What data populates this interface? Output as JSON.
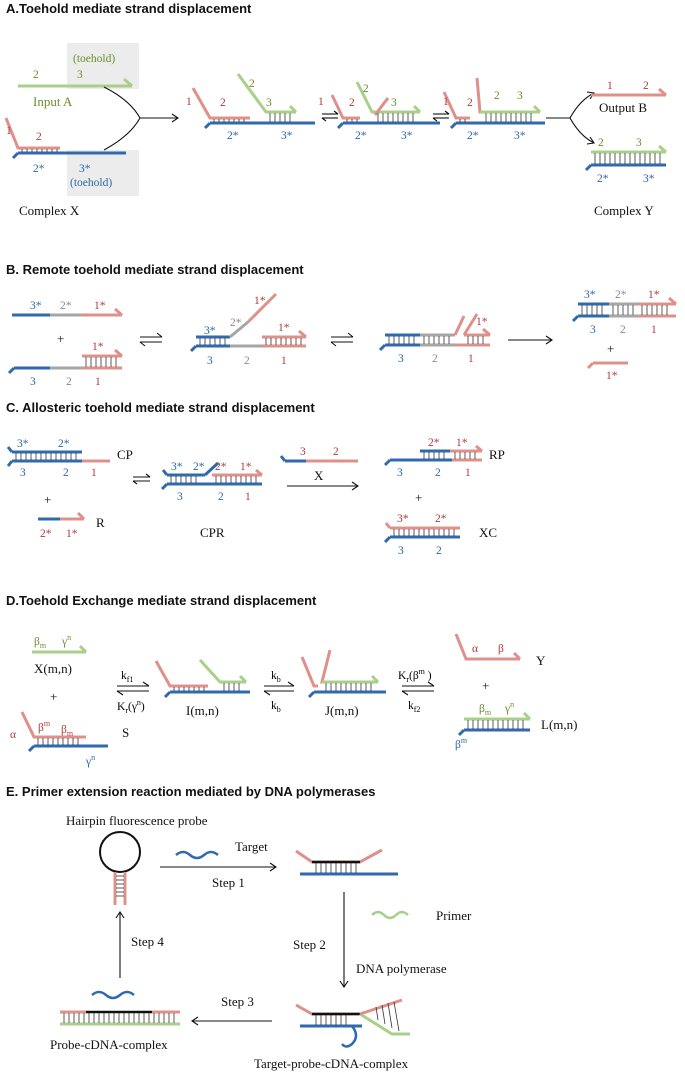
{
  "sections": {
    "a": {
      "title": "A.Toehold mediate strand displacement",
      "input_label": "Input A",
      "toehold": "(toehold)",
      "complex_x": "Complex X",
      "complex_y": "Complex Y",
      "output_b": "Output B",
      "d1": "1",
      "d2": "2",
      "d3": "3",
      "d2s": "2*",
      "d3s": "3*"
    },
    "b": {
      "title": "B. Remote toehold mediate strand displacement",
      "d1": "1",
      "d2": "2",
      "d3": "3",
      "d1s": "1*",
      "d2s": "2*",
      "d3s": "3*"
    },
    "c": {
      "title": "C. Allosteric toehold mediate strand displacement",
      "cp": "CP",
      "r": "R",
      "cpr": "CPR",
      "x": "X",
      "rp": "RP",
      "xc": "XC",
      "d1": "1",
      "d2": "2",
      "d3": "3",
      "d1s": "1*",
      "d2s": "2*",
      "d3s": "3*"
    },
    "d": {
      "title": "D.Toehold  Exchange mediate strand displacement",
      "x_mn": "X(m,n)",
      "s": "S",
      "i_mn": "I(m,n)",
      "j_mn": "J(m,n)",
      "y": "Y",
      "l_mn": "L(m,n)",
      "k_f1": "k",
      "k_f1_sub": "f1",
      "k_r1": "K",
      "k_r1_sub": "r",
      "k_r1_arg": "(γ",
      "k_r1_sup": "n",
      "k_r1_close": ")",
      "k_b": "k",
      "k_b_sub": "b",
      "k_r2": "K",
      "k_r2_sub": "r",
      "k_r2_arg": "(β",
      "k_r2_sup": "m",
      "k_r2_close": " )",
      "k_f2": "k",
      "k_f2_sub": "f2",
      "alpha": "α",
      "beta": "β",
      "gamma": "γ",
      "sub_m": "m",
      "sup_n": "n",
      "sup_m": "m"
    },
    "e": {
      "title": "E. Primer extension reaction mediated by DNA polymerases",
      "hairpin_probe": "Hairpin fluorescence probe",
      "target": "Target",
      "step1": "Step 1",
      "step2": "Step 2",
      "step3": "Step 3",
      "step4": "Step 4",
      "primer": "Primer",
      "polymerase": "DNA polymerase",
      "probe_cdna": "Probe-cDNA-complex",
      "target_probe_cdna": "Target-probe-cDNA-complex"
    }
  },
  "colors": {
    "domain1_red": "#e0908a",
    "domain_blue": "#2f69ae",
    "domain_green": "#a9d08a",
    "domain_grey": "#a6a6a6",
    "toehold_box": "#ececec"
  }
}
